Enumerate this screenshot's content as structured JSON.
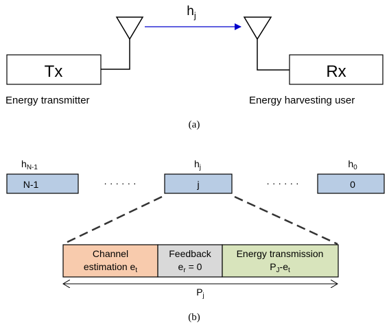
{
  "part_a": {
    "channel_main": "h",
    "channel_sub": "j",
    "tx_label": "Tx",
    "rx_label": "Rx",
    "tx_caption": "Energy transmitter",
    "rx_caption": "Energy harvesting user",
    "caption": "(a)"
  },
  "part_b": {
    "slots": [
      {
        "top_main": "h",
        "top_sub": "N-1",
        "box_label": "N-1"
      },
      {
        "top_main": "h",
        "top_sub": "j",
        "box_label": "j"
      },
      {
        "top_main": "h",
        "top_sub": "0",
        "box_label": "0"
      }
    ],
    "dots": "· · · · · ·",
    "segments": {
      "channel_line1": "Channel",
      "channel_line2_main": "estimation e",
      "channel_line2_sub": "t",
      "feedback_line1": "Feedback",
      "feedback_line2_main": "e",
      "feedback_line2_sub": "r",
      "feedback_line2_tail": " = 0",
      "energy_line1": "Energy transmission",
      "energy_line2_main": "P",
      "energy_line2_sub1": "J",
      "energy_line2_mid": "-e",
      "energy_line2_sub2": "t"
    },
    "span_main": "P",
    "span_sub": "j",
    "caption": "(b)"
  },
  "colors": {
    "slot_fill": "#b8cce4",
    "channel_fill": "#f8cbad",
    "feedback_fill": "#d9d9d9",
    "energy_fill": "#d8e4bc",
    "arrow": "#0000cc"
  }
}
